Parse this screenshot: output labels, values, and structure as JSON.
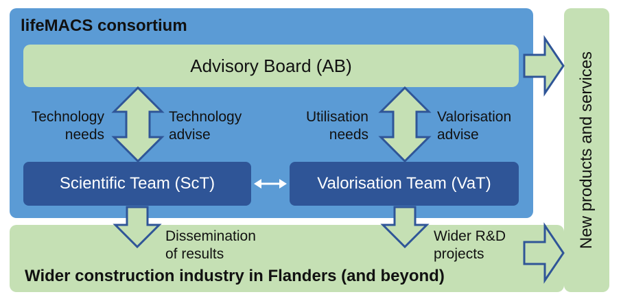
{
  "consortium": {
    "title": "lifeMACS consortium"
  },
  "advisory_board": {
    "label": "Advisory Board (AB)"
  },
  "scientific_team": {
    "label": "Scientific Team (ScT)"
  },
  "valorisation_team": {
    "label": "Valorisation Team (VaT)"
  },
  "flows": {
    "technology_needs": [
      "Technology",
      "needs"
    ],
    "technology_advise": [
      "Technology",
      "advise"
    ],
    "utilisation_needs": [
      "Utilisation",
      "needs"
    ],
    "valorisation_advise": [
      "Valorisation",
      "advise"
    ],
    "dissemination": [
      "Dissemination",
      "of results"
    ],
    "wider_rd": [
      "Wider R&D",
      "projects"
    ]
  },
  "wider_industry": {
    "title": "Wider construction industry in Flanders (and beyond)"
  },
  "new_products": {
    "label": "New products and services"
  },
  "colors": {
    "consortium_bg": "#5b9bd5",
    "light_green": "#c5e0b4",
    "team_blue": "#2f5597",
    "arrow_outline": "#2f5597"
  }
}
